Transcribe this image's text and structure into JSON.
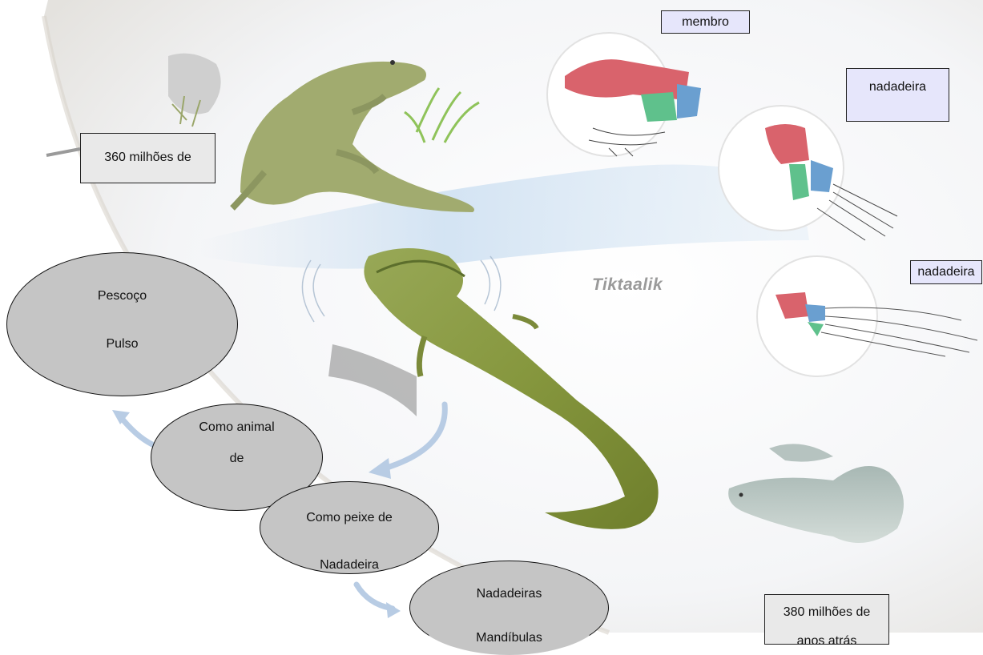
{
  "caption": "Tiktaalik",
  "labels": {
    "membro": "membro",
    "nadadeira_top": "nadadeira",
    "nadadeira_mid": "nadadeira",
    "age_360": "360 milhões de",
    "age_380_line1": "380 milhões de",
    "age_380_line2": "anos atrás"
  },
  "ovals": [
    {
      "line1": "Pescoço",
      "line2": "Pulso"
    },
    {
      "line1": "Como animal",
      "line2": "de"
    },
    {
      "line1": "Como peixe de",
      "line2": "Nadadeira"
    },
    {
      "line1": "Nadadeiras",
      "line2": "Mandíbulas"
    }
  ],
  "colors": {
    "upper_bone": "#d9636c",
    "middle_bone": "#6a9fd0",
    "lower_bone": "#5fc18c",
    "oval_fill": "#c5c5c5",
    "label_fill": "#e6e6fb"
  }
}
